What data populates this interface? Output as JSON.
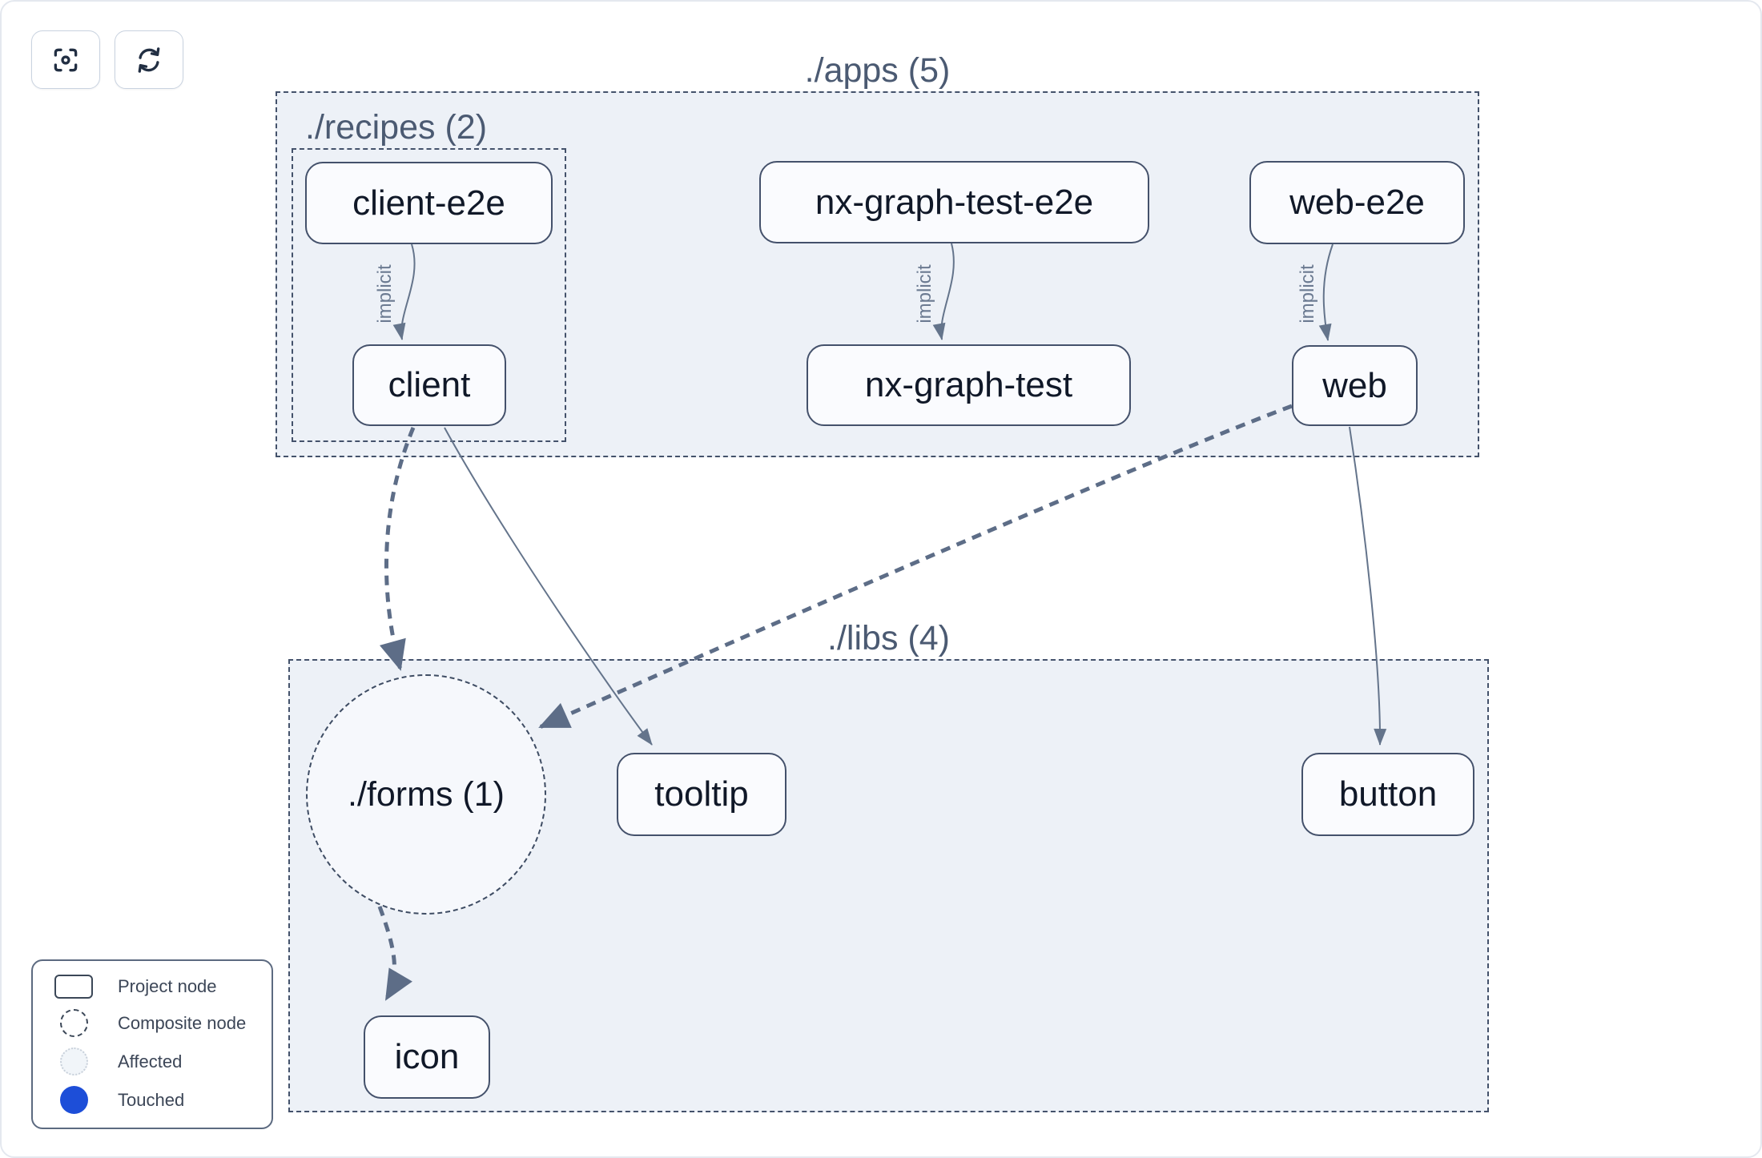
{
  "toolbar": {
    "buttons": [
      {
        "icon": "center-graph-icon"
      },
      {
        "icon": "refresh-icon"
      }
    ]
  },
  "groups": {
    "apps": {
      "label": "./apps (5)"
    },
    "recipes": {
      "label": "./recipes (2)"
    },
    "libs": {
      "label": "./libs (4)"
    },
    "forms": {
      "label": "./forms (1)"
    }
  },
  "nodes": {
    "client_e2e": {
      "label": "client-e2e"
    },
    "nx_graph_test_e2e": {
      "label": "nx-graph-test-e2e"
    },
    "web_e2e": {
      "label": "web-e2e"
    },
    "client": {
      "label": "client"
    },
    "nx_graph_test": {
      "label": "nx-graph-test"
    },
    "web": {
      "label": "web"
    },
    "tooltip": {
      "label": "tooltip"
    },
    "button": {
      "label": "button"
    },
    "icon": {
      "label": "icon"
    }
  },
  "edges": [
    {
      "from": "client-e2e",
      "to": "client",
      "type": "implicit",
      "label": "implicit"
    },
    {
      "from": "nx-graph-test-e2e",
      "to": "nx-graph-test",
      "type": "implicit",
      "label": "implicit"
    },
    {
      "from": "web-e2e",
      "to": "web",
      "type": "implicit",
      "label": "implicit"
    },
    {
      "from": "client",
      "to": "./forms",
      "type": "composite",
      "label": ""
    },
    {
      "from": "client",
      "to": "tooltip",
      "type": "direct",
      "label": ""
    },
    {
      "from": "web",
      "to": "./forms",
      "type": "composite",
      "label": ""
    },
    {
      "from": "web",
      "to": "button",
      "type": "direct",
      "label": ""
    },
    {
      "from": "./forms",
      "to": "icon",
      "type": "composite",
      "label": ""
    }
  ],
  "legend": {
    "items": [
      {
        "icon": "project-node-icon",
        "label": "Project node"
      },
      {
        "icon": "composite-node-icon",
        "label": "Composite node"
      },
      {
        "icon": "affected-icon",
        "label": "Affected"
      },
      {
        "icon": "touched-icon",
        "label": "Touched"
      }
    ]
  },
  "colors": {
    "container_fill": "#edf1f7",
    "dashed_border": "#44526b",
    "node_border": "#44516b",
    "node_fill": "#fafbfe",
    "node_text": "#101828",
    "group_label": "#4b5a72",
    "edge_thin": "#64748b",
    "edge_thick": "#5d6d87",
    "touched_blue": "#1d4ed8",
    "affected_fill": "#f1f5f9"
  }
}
